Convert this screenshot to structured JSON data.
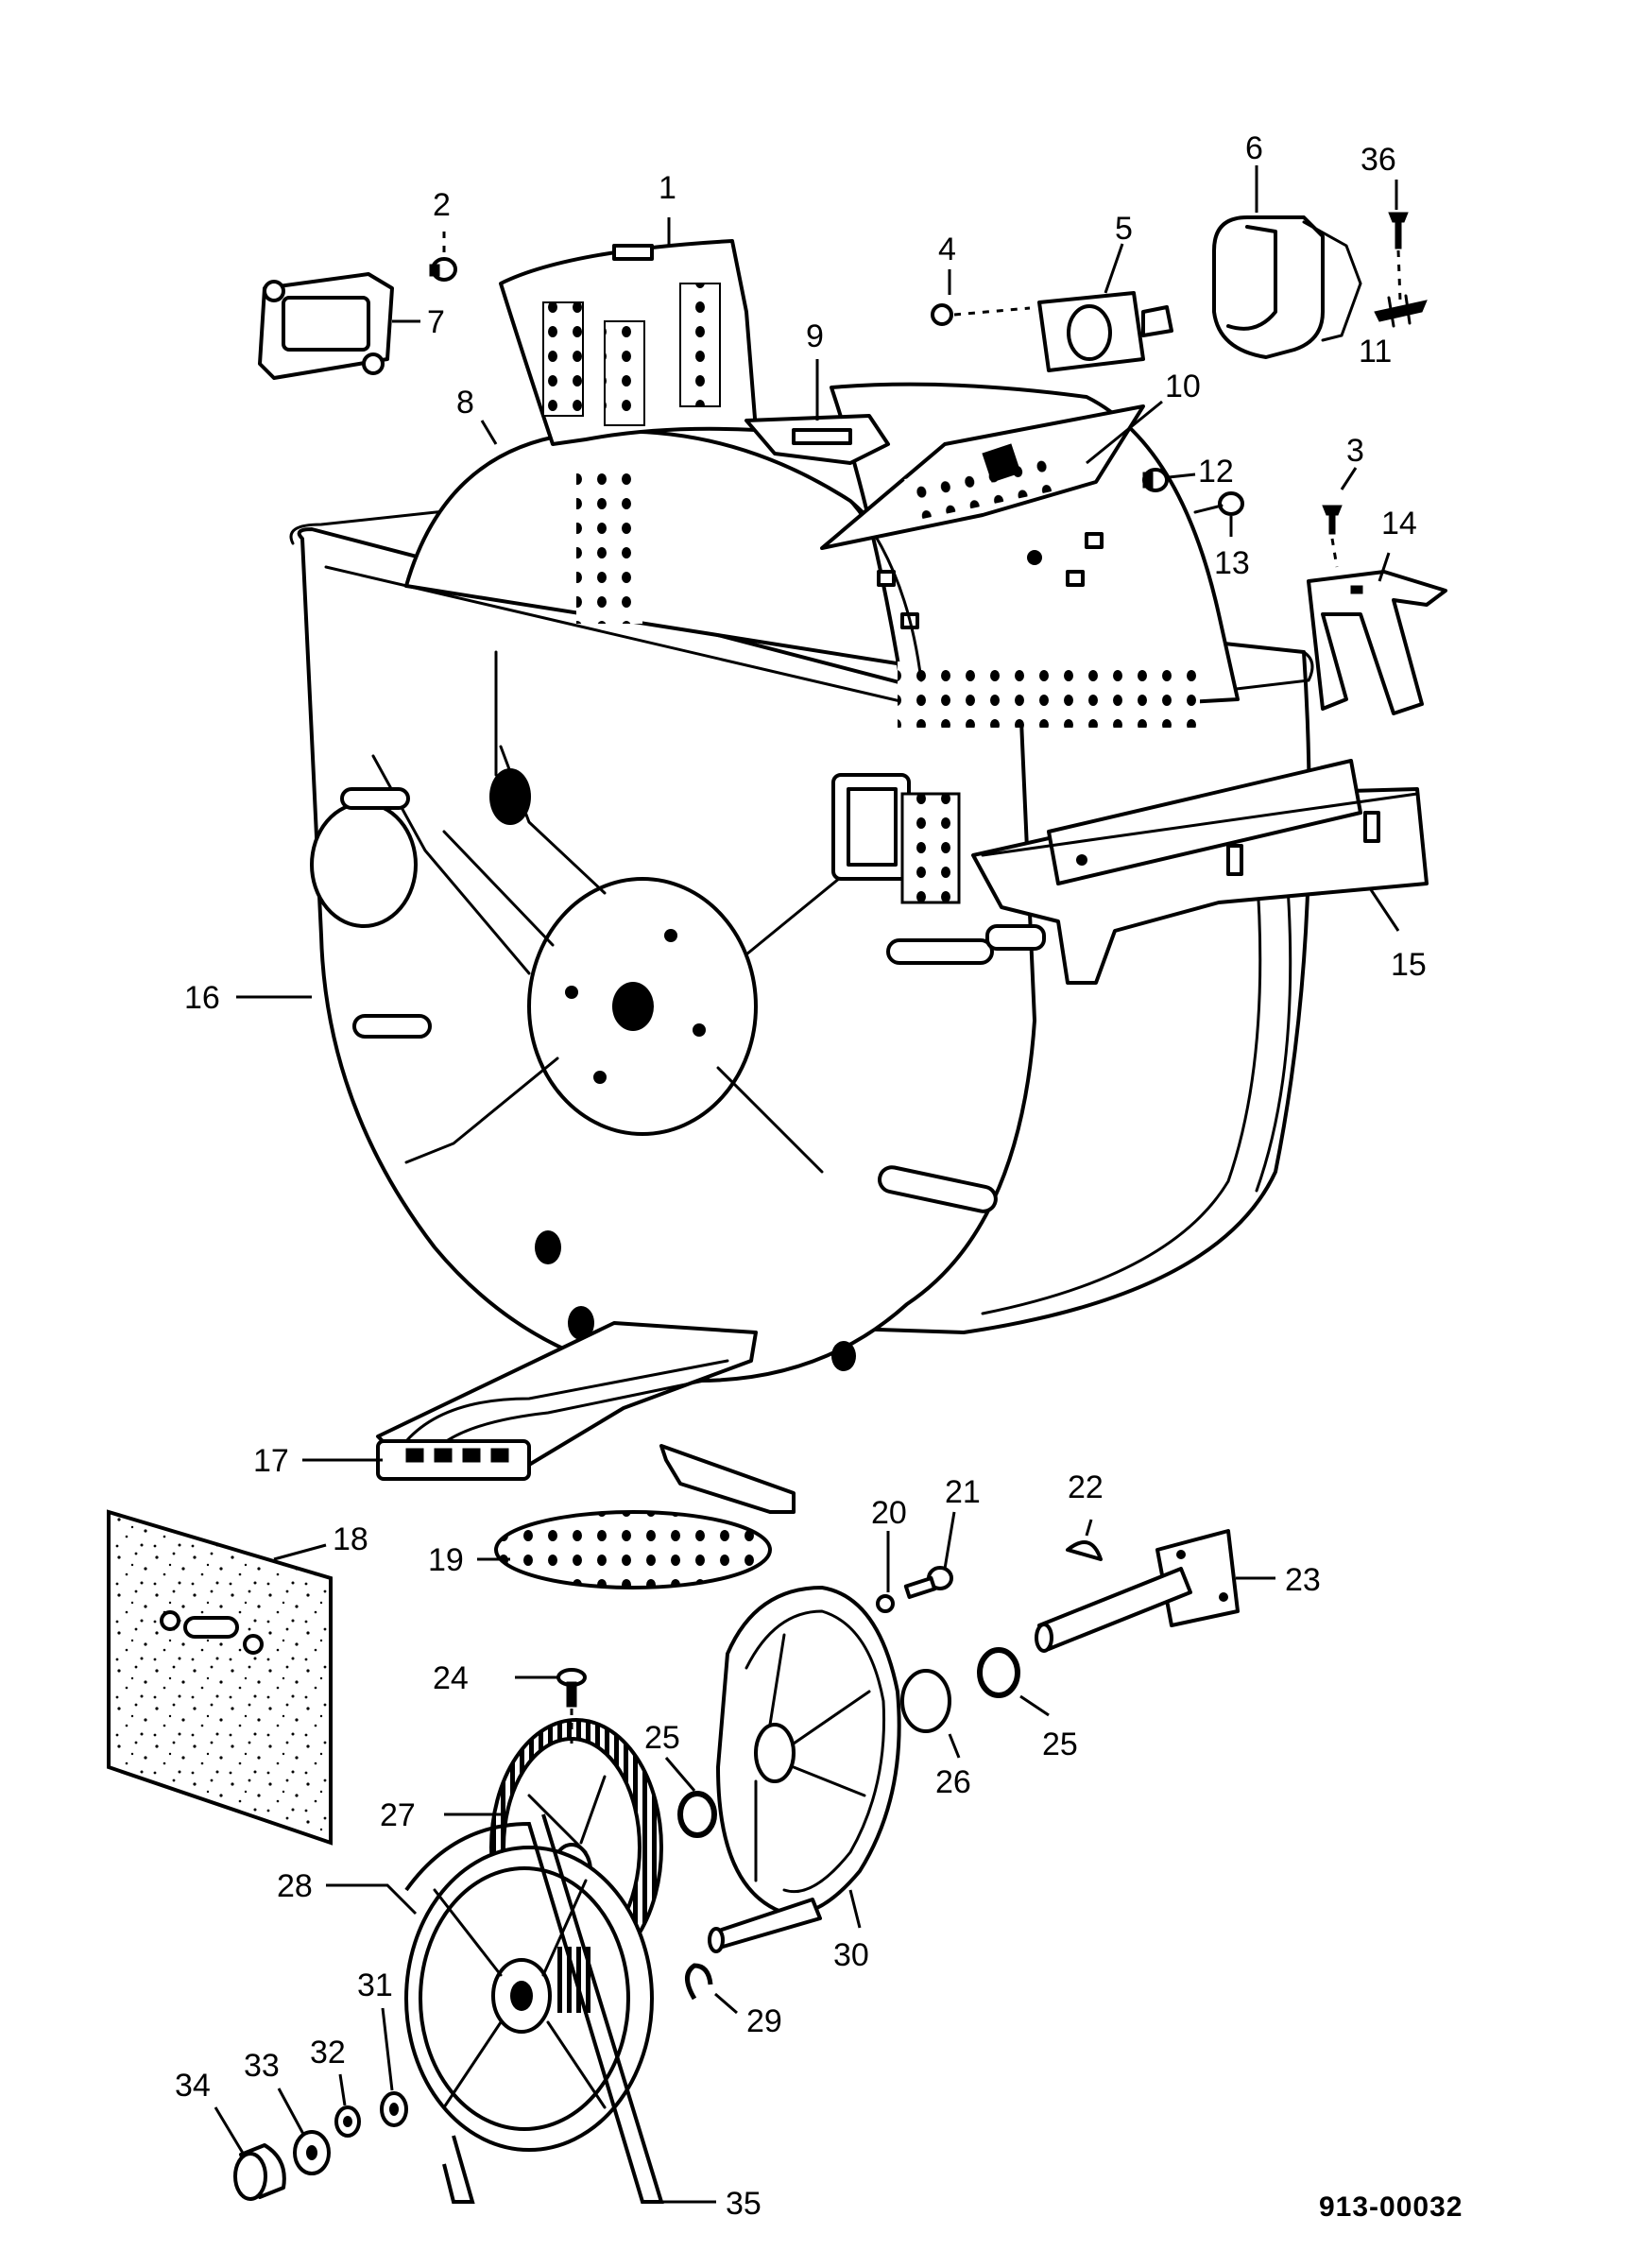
{
  "figure": {
    "drawing_number": "913-00032"
  },
  "callouts": [
    {
      "id": "1",
      "text": "1"
    },
    {
      "id": "2",
      "text": "2"
    },
    {
      "id": "3",
      "text": "3"
    },
    {
      "id": "4",
      "text": "4"
    },
    {
      "id": "5",
      "text": "5"
    },
    {
      "id": "6",
      "text": "6"
    },
    {
      "id": "7",
      "text": "7"
    },
    {
      "id": "8",
      "text": "8"
    },
    {
      "id": "9",
      "text": "9"
    },
    {
      "id": "10",
      "text": "10"
    },
    {
      "id": "11",
      "text": "11"
    },
    {
      "id": "12",
      "text": "12"
    },
    {
      "id": "13",
      "text": "13"
    },
    {
      "id": "14",
      "text": "14"
    },
    {
      "id": "15",
      "text": "15"
    },
    {
      "id": "16",
      "text": "16"
    },
    {
      "id": "17",
      "text": "17"
    },
    {
      "id": "18",
      "text": "18"
    },
    {
      "id": "19",
      "text": "19"
    },
    {
      "id": "20",
      "text": "20"
    },
    {
      "id": "21",
      "text": "21"
    },
    {
      "id": "22",
      "text": "22"
    },
    {
      "id": "23",
      "text": "23"
    },
    {
      "id": "24",
      "text": "24"
    },
    {
      "id": "25a",
      "text": "25"
    },
    {
      "id": "25b",
      "text": "25"
    },
    {
      "id": "26",
      "text": "26"
    },
    {
      "id": "27",
      "text": "27"
    },
    {
      "id": "28",
      "text": "28"
    },
    {
      "id": "29",
      "text": "29"
    },
    {
      "id": "30",
      "text": "30"
    },
    {
      "id": "31",
      "text": "31"
    },
    {
      "id": "32",
      "text": "32"
    },
    {
      "id": "33",
      "text": "33"
    },
    {
      "id": "34",
      "text": "34"
    },
    {
      "id": "35",
      "text": "35"
    },
    {
      "id": "36",
      "text": "36"
    }
  ]
}
